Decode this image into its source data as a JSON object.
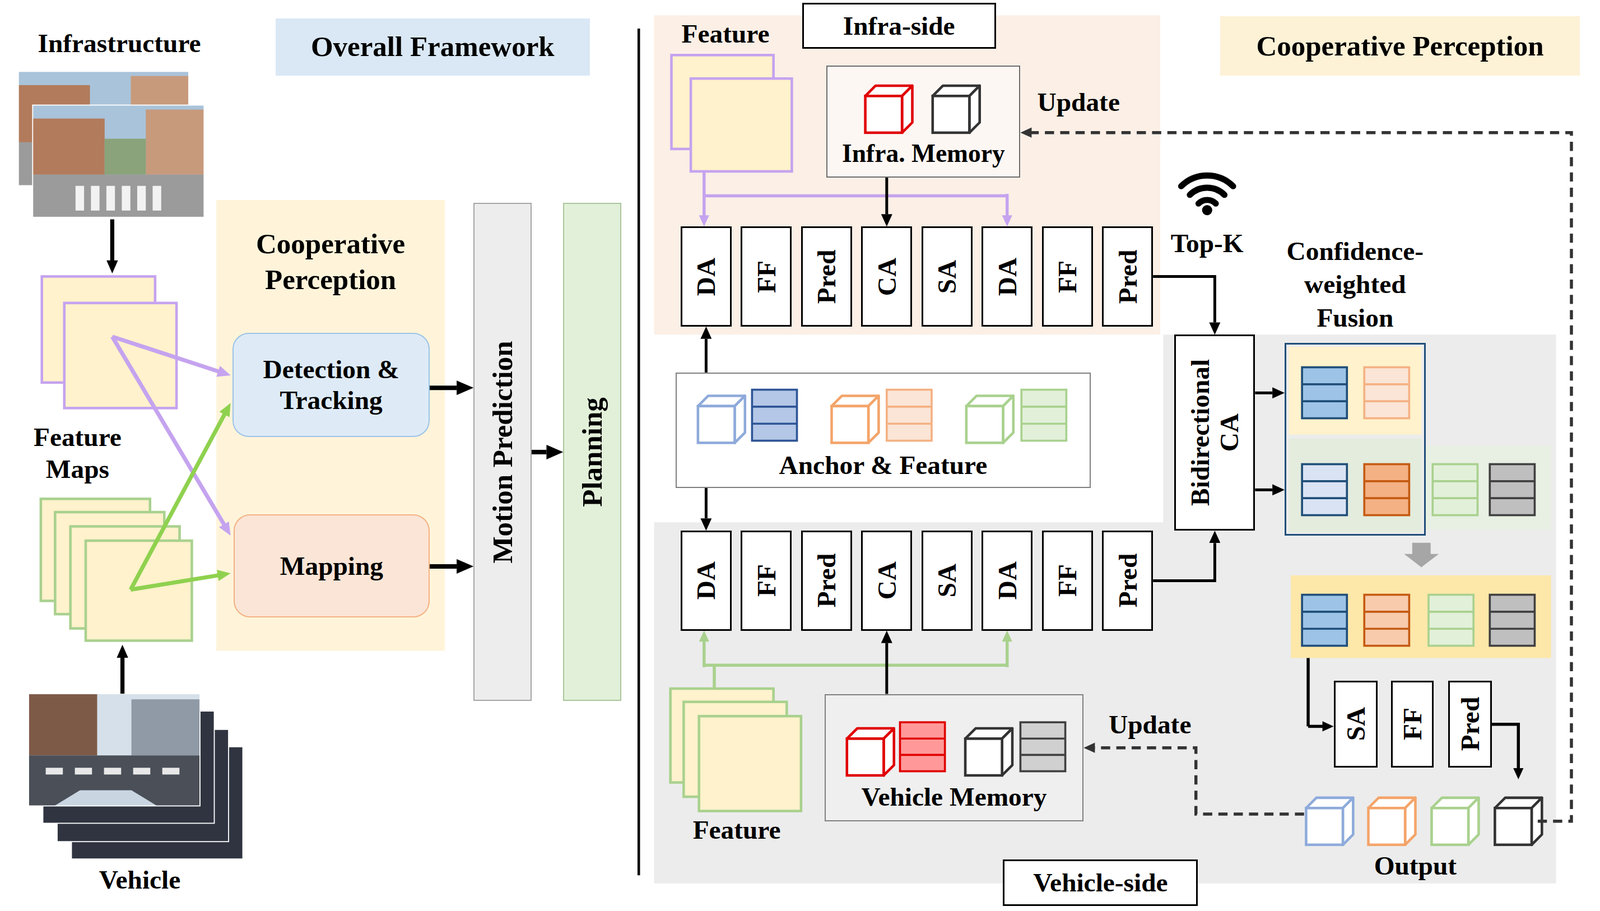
{
  "diagram": {
    "nodes": [
      {
        "text": [
          "Overall Framework"
        ]
      },
      {
        "text": [
          "Cooperative Perception"
        ]
      },
      {
        "text": [
          "Detection & Tracking"
        ],
        "in": 1
      },
      {
        "text": [
          "Mapping"
        ],
        "in": 1
      },
      {
        "text": [
          "Motion Prediction"
        ]
      },
      {
        "text": [
          "Planning"
        ]
      },
      {
        "text": [
          "Cooperative Perception"
        ]
      },
      {
        "text": [
          "Infra-side"
        ]
      },
      {
        "text": [
          "Infra. Memory"
        ],
        "in": 7
      },
      {
        "text": [
          "DA"
        ],
        "in": 7
      },
      {
        "text": [
          "FF"
        ],
        "in": 7
      },
      {
        "text": [
          "Pred"
        ],
        "in": 7
      },
      {
        "text": [
          "CA"
        ],
        "in": 7
      },
      {
        "text": [
          "SA"
        ],
        "in": 7
      },
      {
        "text": [
          "DA"
        ],
        "in": 7
      },
      {
        "text": [
          "FF"
        ],
        "in": 7
      },
      {
        "text": [
          "Pred"
        ],
        "in": 7
      },
      {
        "text": [
          "Anchor & Feature"
        ]
      },
      {
        "text": [
          "Vehicle-side"
        ]
      },
      {
        "text": [
          "Vehicle Memory"
        ],
        "in": 18
      },
      {
        "text": [
          "DA"
        ],
        "in": 18
      },
      {
        "text": [
          "FF"
        ],
        "in": 18
      },
      {
        "text": [
          "Pred"
        ],
        "in": 18
      },
      {
        "text": [
          "CA"
        ],
        "in": 18
      },
      {
        "text": [
          "SA"
        ],
        "in": 18
      },
      {
        "text": [
          "DA"
        ],
        "in": 18
      },
      {
        "text": [
          "FF"
        ],
        "in": 18
      },
      {
        "text": [
          "Pred"
        ],
        "in": 18
      },
      {
        "text": [
          "Bidirectional CA"
        ],
        "in": 18
      },
      {
        "text": [
          "Confidence-weighted Fusion"
        ],
        "in": 18
      },
      {
        "text": [
          "SA"
        ],
        "in": 18
      },
      {
        "text": [
          "FF"
        ],
        "in": 18
      },
      {
        "text": [
          "Pred"
        ],
        "in": 18
      }
    ],
    "edges": [
      {
        "from": 2,
        "to": 4,
        "arrow": "to"
      },
      {
        "from": 3,
        "to": 4,
        "arrow": "to"
      },
      {
        "from": 4,
        "to": 5,
        "arrow": "to"
      },
      {
        "from": 8,
        "to": 12,
        "arrow": "to"
      },
      {
        "from": 17,
        "to": 9,
        "arrow": "to"
      },
      {
        "from": 17,
        "to": 20,
        "arrow": "to"
      },
      {
        "from": 19,
        "to": 23,
        "arrow": "to"
      },
      {
        "from": 16,
        "to": 28,
        "label": "Top-K",
        "arrow": "to"
      },
      {
        "from": 27,
        "to": 28,
        "arrow": "to"
      },
      {
        "from": 28,
        "to": 29,
        "arrow": "to"
      },
      {
        "from": 28,
        "to": 29,
        "arrow": "to"
      }
    ],
    "labels": [
      "Infrastructure",
      "Feature Maps",
      "Vehicle",
      "Feature",
      "Update",
      "Update",
      "Feature",
      "Output"
    ]
  }
}
